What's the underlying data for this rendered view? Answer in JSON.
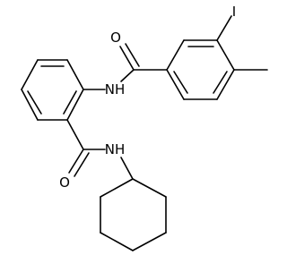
{
  "molecule": {
    "atom_labels": {
      "iodine": "I",
      "amide_oxygen_top": "O",
      "amide_nh_top": "NH",
      "amide_oxygen_bottom": "O",
      "amide_nh_bottom": "NH"
    },
    "colors": {
      "bond": "#000000",
      "background": "#ffffff"
    }
  }
}
